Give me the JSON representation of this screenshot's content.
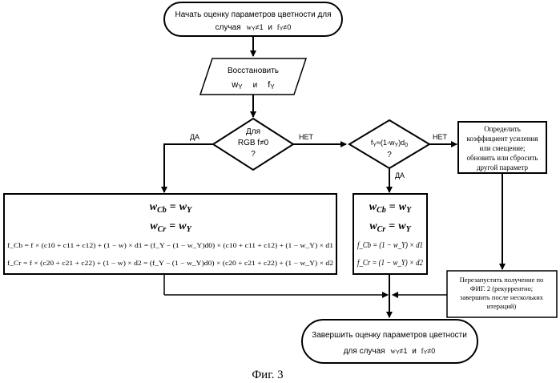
{
  "start": {
    "line1": "Начать оценку параметров цветности для",
    "line2_pre": "случая",
    "cond_w": "w",
    "cond_w_sub": "Y",
    "cond_w_op": "≠1",
    "and": "и",
    "cond_f": "f",
    "cond_f_sub": "Y",
    "cond_f_op": "≠0"
  },
  "restore": {
    "title": "Восстановить",
    "w": "w",
    "w_sub": "Y",
    "and": "и",
    "f": "f",
    "f_sub": "Y"
  },
  "decision1": {
    "line1": "Для",
    "line2": "RGB f≠0",
    "line3": "?"
  },
  "decision2": {
    "f": "f",
    "f_sub": "Y",
    "mid": "≈(1-w",
    "mid_sub": "Y",
    "tail": ")d",
    "tail_sub": "0",
    "line2": "?"
  },
  "labels": {
    "yes1": "ДА",
    "no1": "НЕТ",
    "no2": "НЕТ",
    "yes2": "ДА"
  },
  "adjust_box": {
    "lines": [
      "Определить",
      "коэффициент усиления",
      "или смещение;",
      "обновить или сбросить",
      "другой параметр"
    ]
  },
  "left_box": {
    "eq1": {
      "lhs": "w",
      "lhs_sub": "Cb",
      "eq": "=",
      "rhs": "w",
      "rhs_sub": "Y"
    },
    "eq2": {
      "lhs": "w",
      "lhs_sub": "Cr",
      "eq": "=",
      "rhs": "w",
      "rhs_sub": "Y"
    },
    "eq3": "f_Cb = f × (c10 + c11 + c12) + (1 − w) × d1 = (f_Y − (1 − w_Y)d0) × (c10 + c11 + c12) + (1 − w_Y) × d1",
    "eq4": "f_Cr = f × (c20 + c21 + c22) + (1 − w) × d2 = (f_Y − (1 − w_Y)d0) × (c20 + c21 + c22) + (1 − w_Y) × d2"
  },
  "mid_box": {
    "eq1": {
      "lhs": "w",
      "lhs_sub": "Cb",
      "eq": "=",
      "rhs": "w",
      "rhs_sub": "Y"
    },
    "eq2": {
      "lhs": "w",
      "lhs_sub": "Cr",
      "eq": "=",
      "rhs": "w",
      "rhs_sub": "Y"
    },
    "eq3": "f_Cb = (1 − w_Y) × d1",
    "eq4": "f_Cr = (1 − w_Y) × d2"
  },
  "restart_box": {
    "lines": [
      "Перезапустить получение по",
      "ФИГ. 2 (рекуррентно;",
      "завершить после нескольких",
      "итераций)"
    ]
  },
  "end": {
    "line1": "Завершить оценку параметров цветности",
    "line2_pre": "для случая",
    "cond_w": "w",
    "cond_w_sub": "Y",
    "cond_w_op": "≠1",
    "and": "и",
    "cond_f": "f",
    "cond_f_sub": "Y",
    "cond_f_op": "≠0"
  },
  "caption": "Фиг. 3"
}
